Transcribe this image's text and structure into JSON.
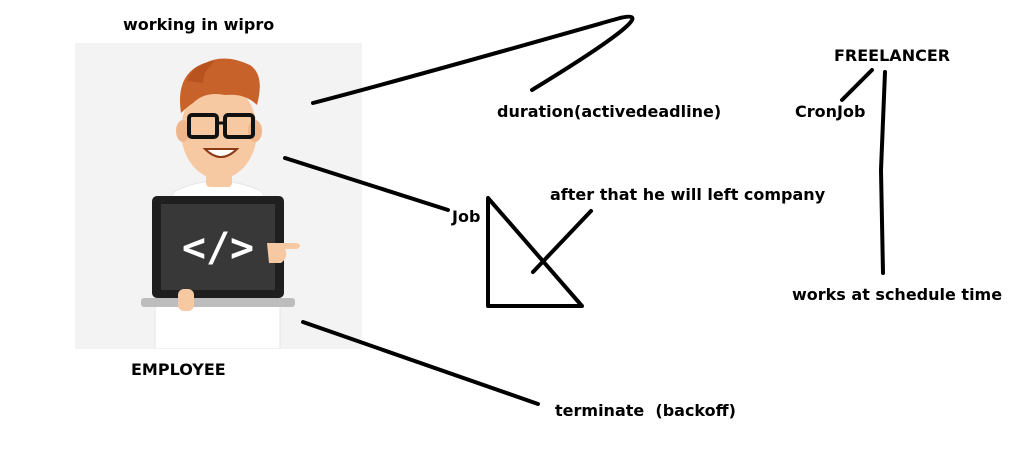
{
  "labels": {
    "top_caption": "working in wipro",
    "bottom_caption": "EMPLOYEE",
    "duration": "duration(activedeadline)",
    "job": "Job",
    "after": "after that he will left company",
    "terminate": "terminate  (backoff)",
    "freelancer": "FREELANCER",
    "cronjob": "CronJob",
    "schedule": "works at schedule time"
  },
  "figure": {
    "code_glyph": "</>",
    "colors": {
      "hair": "#c8622b",
      "skin": "#f7c9a2",
      "laptop_frame": "#1f1f1f",
      "screen": "#383838",
      "shirt": "#ffffff"
    }
  }
}
